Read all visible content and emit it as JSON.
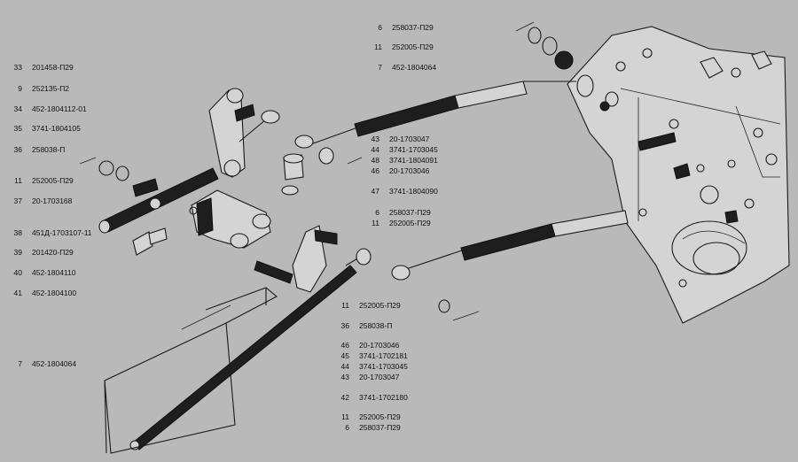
{
  "left_callouts": [
    {
      "num": "33",
      "part": "201458-П29"
    },
    {
      "num": "9",
      "part": "252135-П2"
    },
    {
      "num": "34",
      "part": "452-1804112-01"
    },
    {
      "num": "35",
      "part": "3741-1804105"
    },
    {
      "num": "36",
      "part": "258038-П"
    },
    {
      "num": "11",
      "part": "252005-П29"
    },
    {
      "num": "37",
      "part": "20-1703168"
    },
    {
      "num": "38",
      "part": "451Д-1703107-11"
    },
    {
      "num": "39",
      "part": "201420-П29"
    },
    {
      "num": "40",
      "part": "452-1804110"
    },
    {
      "num": "41",
      "part": "452-1804100"
    },
    {
      "num": "7",
      "part": "452-1804064"
    }
  ],
  "top_callouts": [
    {
      "num": "6",
      "part": "258037-П29"
    },
    {
      "num": "11",
      "part": "252005-П29"
    },
    {
      "num": "7",
      "part": "452-1804064"
    }
  ],
  "middle_callouts": [
    {
      "num": "43",
      "part": "20-1703047"
    },
    {
      "num": "44",
      "part": "3741-1703045"
    },
    {
      "num": "48",
      "part": "3741-1804091"
    },
    {
      "num": "46",
      "part": "20-1703046"
    },
    {
      "num": "47",
      "part": "3741-1804090"
    },
    {
      "num": "6",
      "part": "258037-П29"
    },
    {
      "num": "11",
      "part": "252005-П29"
    }
  ],
  "bottom_callouts": [
    {
      "num": "11",
      "part": "252005-П29"
    },
    {
      "num": "36",
      "part": "258038-П"
    },
    {
      "num": "46",
      "part": "20-1703046"
    },
    {
      "num": "45",
      "part": "3741-1702181"
    },
    {
      "num": "44",
      "part": "3741-1703045"
    },
    {
      "num": "43",
      "part": "20-1703047"
    },
    {
      "num": "42",
      "part": "3741-1702180"
    },
    {
      "num": "11",
      "part": "252005-П29"
    },
    {
      "num": "6",
      "part": "258037-П29"
    }
  ]
}
